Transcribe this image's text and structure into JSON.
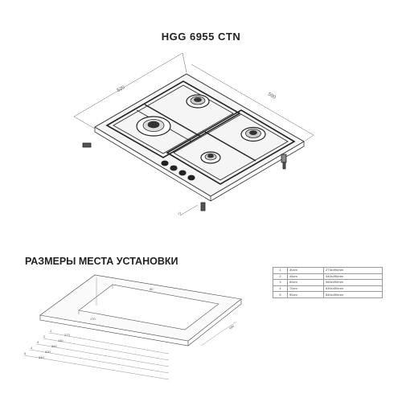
{
  "model_title": "HGG 6955 CTN",
  "section_title": "РАЗМЕРЫ МЕСТА УСТАНОВКИ",
  "hob_dimensions": {
    "width": "520",
    "depth": "590",
    "bottom": "72"
  },
  "cutout_dimensions": {
    "height": "170",
    "right": "490",
    "top": "60",
    "widths": [
      "273",
      "440",
      "560",
      "630",
      "840"
    ],
    "levels": [
      "1",
      "2",
      "3",
      "4",
      "5"
    ]
  },
  "size_table": {
    "rows": [
      {
        "n": "1",
        "size": "30cm",
        "cutout": "273x490mm"
      },
      {
        "n": "2",
        "size": "45cm",
        "cutout": "440x490mm"
      },
      {
        "n": "3",
        "size": "60cm",
        "cutout": "560x490mm"
      },
      {
        "n": "4",
        "size": "70cm",
        "cutout": "630x490mm"
      },
      {
        "n": "5",
        "size": "90cm",
        "cutout": "840x490mm"
      }
    ]
  }
}
